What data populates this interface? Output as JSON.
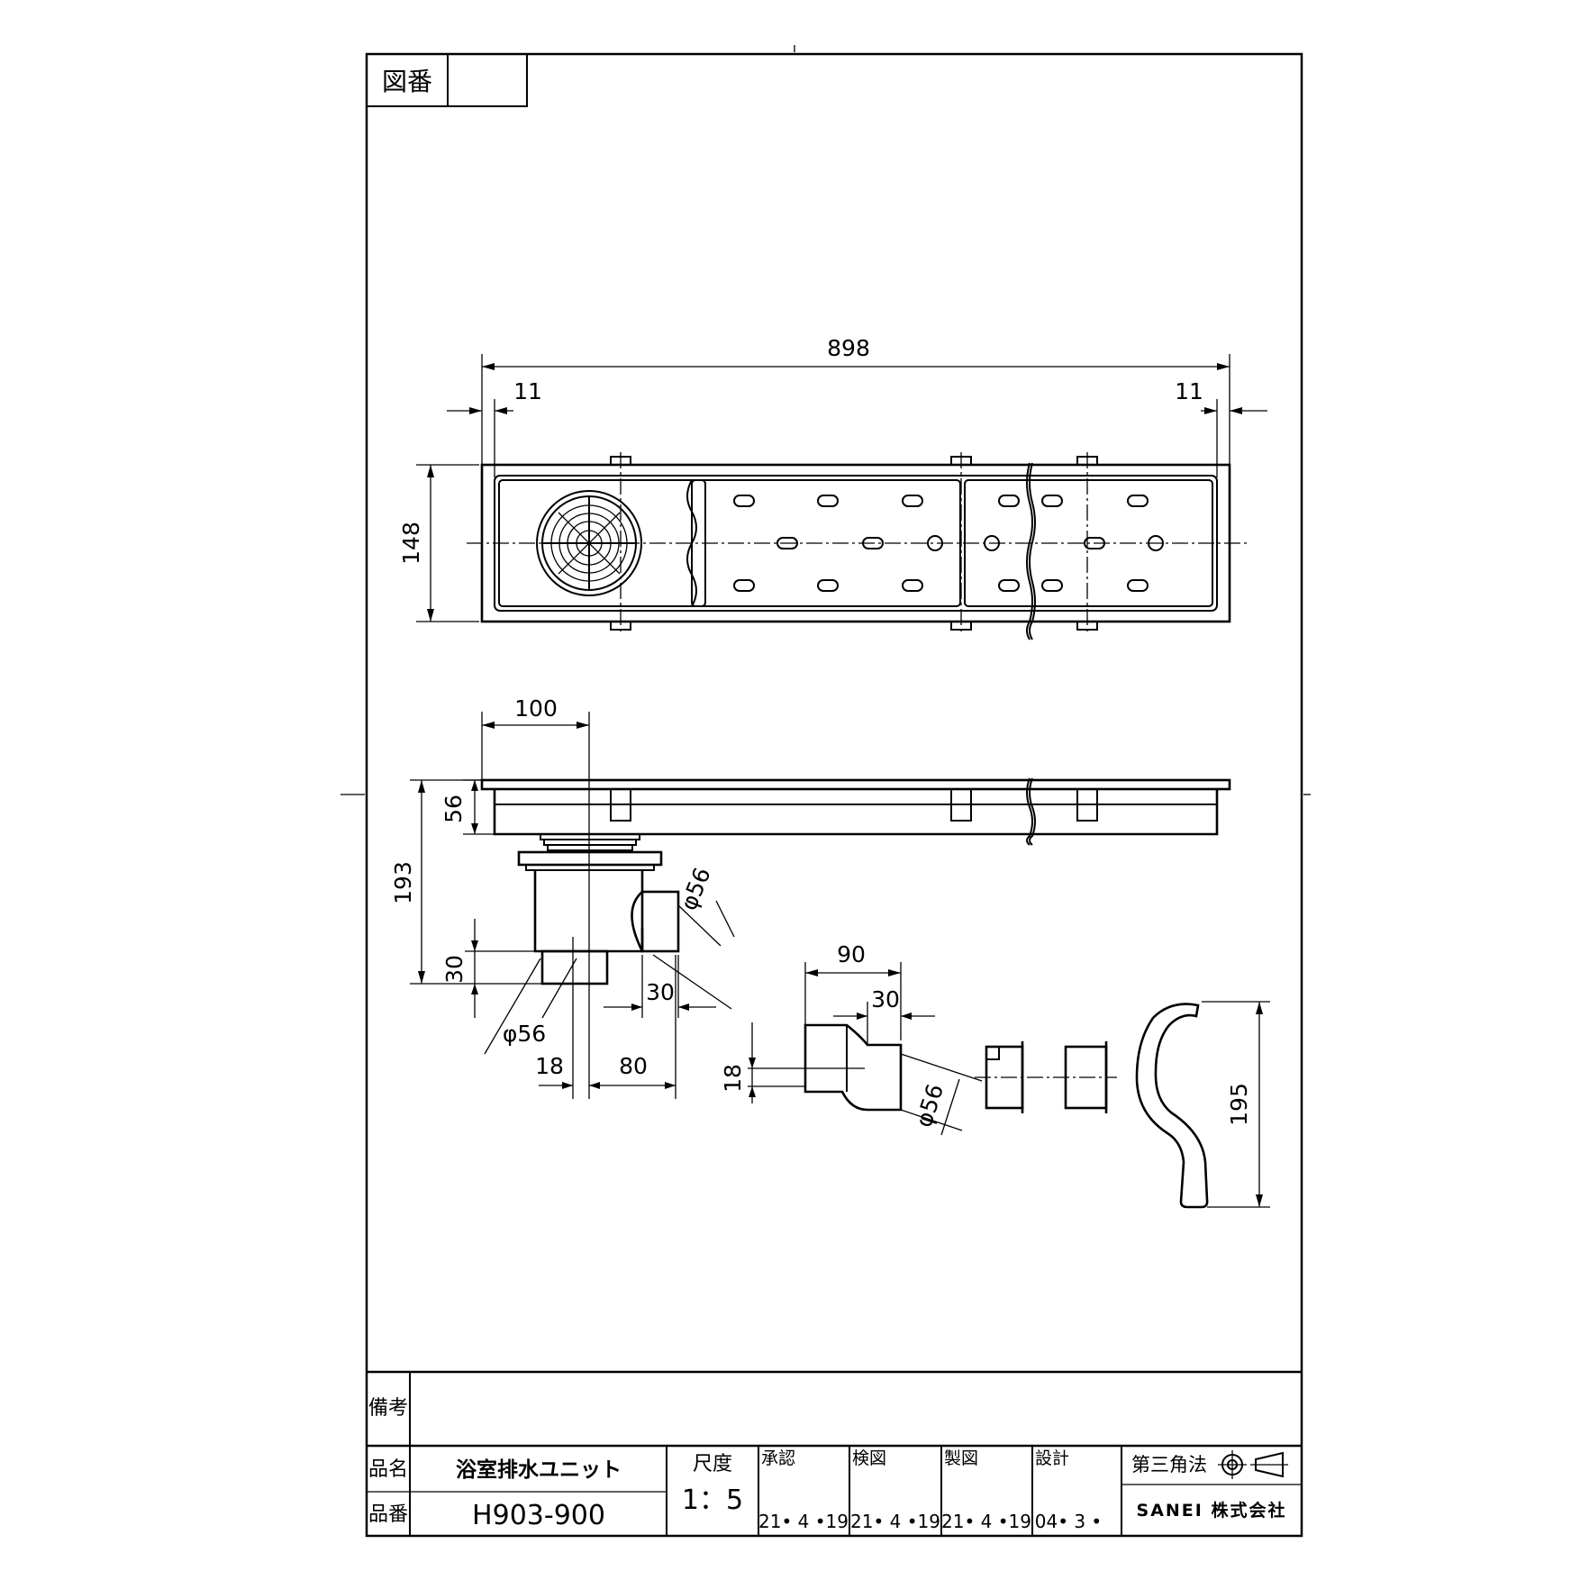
{
  "drawing_number_label": "図番",
  "drawing_number_value": "",
  "dimensions": {
    "overall_length": "898",
    "end_offset_left": "11",
    "end_offset_right": "11",
    "width": "148",
    "trap_center": "100",
    "body_height": "56",
    "total_height": "193",
    "outlet_height": "30",
    "outlet_diameter_bottom": "φ56",
    "side_outlet_diameter": "φ56",
    "side_outlet_projection": "30",
    "outlet_offset": "18",
    "side_outlet_distance": "80",
    "elbow_length": "90",
    "elbow_stub": "30",
    "elbow_offset": "18",
    "elbow_diameter": "φ56",
    "hook_length": "195"
  },
  "title_block": {
    "remarks_label": "備考",
    "remarks_value": "",
    "name_label": "品名",
    "name_value": "浴室排水ユニット",
    "number_label": "品番",
    "number_value": "H903-900",
    "scale_label": "尺度",
    "scale_value": "1：5",
    "approve_label": "承認",
    "approve_date": "21• 4 •19",
    "check_label": "検図",
    "check_date": "21• 4 •19",
    "drafted_label": "製図",
    "drafted_date": "21• 4 •19",
    "design_label": "設計",
    "design_date": "04• 3 •",
    "projection_label": "第三角法",
    "company": "SANEI 株式会社"
  }
}
